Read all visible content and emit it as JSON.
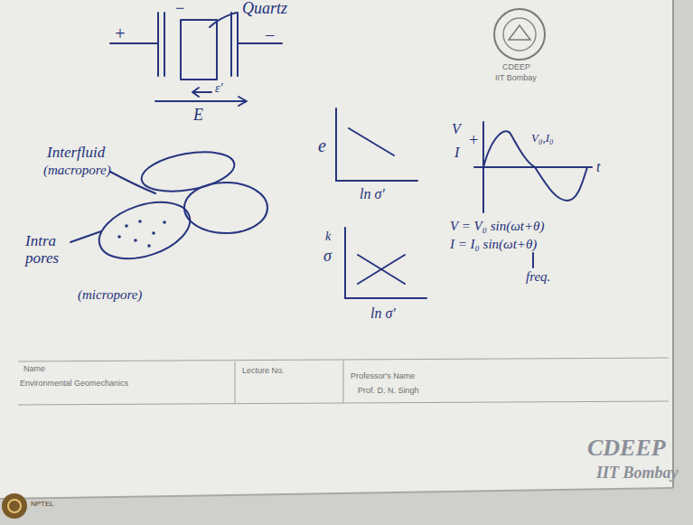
{
  "diagram": {
    "labels": [
      "Quartz",
      "+",
      "−",
      "−",
      "ε'",
      "E",
      "Interfluid",
      "(macropore)",
      "Intra pores",
      "(micropore)",
      "e",
      "ln σ'",
      "V",
      "I",
      "+",
      "V₀,I₀",
      "t",
      "k",
      "σ",
      "ln σ'",
      "V = V₀ sin(ωt+θ)",
      "I = I₀ sin(ωt+θ)",
      "freq.",
      "CDEEP",
      "IIT Bombay",
      "Name",
      "Environmental Geomechanics",
      "Lecture No.",
      "Professor's Name",
      "Prof. D. N. Singh",
      "CDEEP",
      "IIT Bombay",
      "NPTEL"
    ]
  }
}
